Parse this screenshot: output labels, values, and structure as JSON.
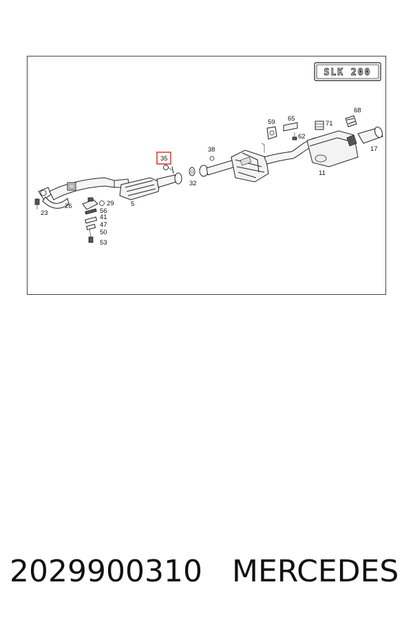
{
  "diagram": {
    "model_badge": "SLK 200",
    "highlighted_part": "35",
    "callouts": [
      "59",
      "65",
      "71",
      "68",
      "62",
      "17",
      "38",
      "35",
      "32",
      "11",
      "29",
      "56",
      "41",
      "47",
      "50",
      "53",
      "26",
      "5",
      "23"
    ]
  },
  "footer": {
    "part_number": "2029900310",
    "brand": "MERCEDES"
  },
  "colors": {
    "highlight": "#e0201a",
    "line": "#222222",
    "frame": "#444444"
  }
}
